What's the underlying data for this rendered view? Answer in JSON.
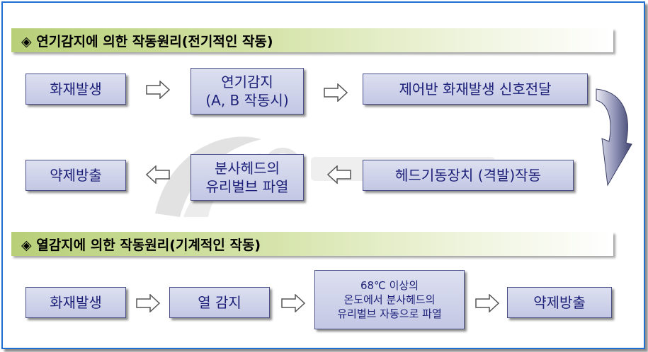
{
  "section1": {
    "title": "◈ 연기감지에 의한 작동원리(전기적인 작동)",
    "step1": "화재발생",
    "step2_line1": "연기감지",
    "step2_line2": "(A, B 작동시)",
    "step3": "제어반 화재발생 신호전달",
    "step4": "헤드기동장치 (격발)작동",
    "step5_line1": "분사헤드의",
    "step5_line2": "유리벌브 파열",
    "step6": "약제방출"
  },
  "section2": {
    "title": "◈ 열감지에 의한 작동원리(기계적인 작동)",
    "step1": "화재발생",
    "step2": "열 감지",
    "step3_line1": "68℃ 이상의",
    "step3_line2": "온도에서 분사헤드의",
    "step3_line3": "유리벌브 자동으로 파열",
    "step4": "약제방출"
  },
  "colors": {
    "frame_border": "#1e6fd0",
    "box_text": "#1b1f78",
    "header_green": "#b8cf78"
  }
}
